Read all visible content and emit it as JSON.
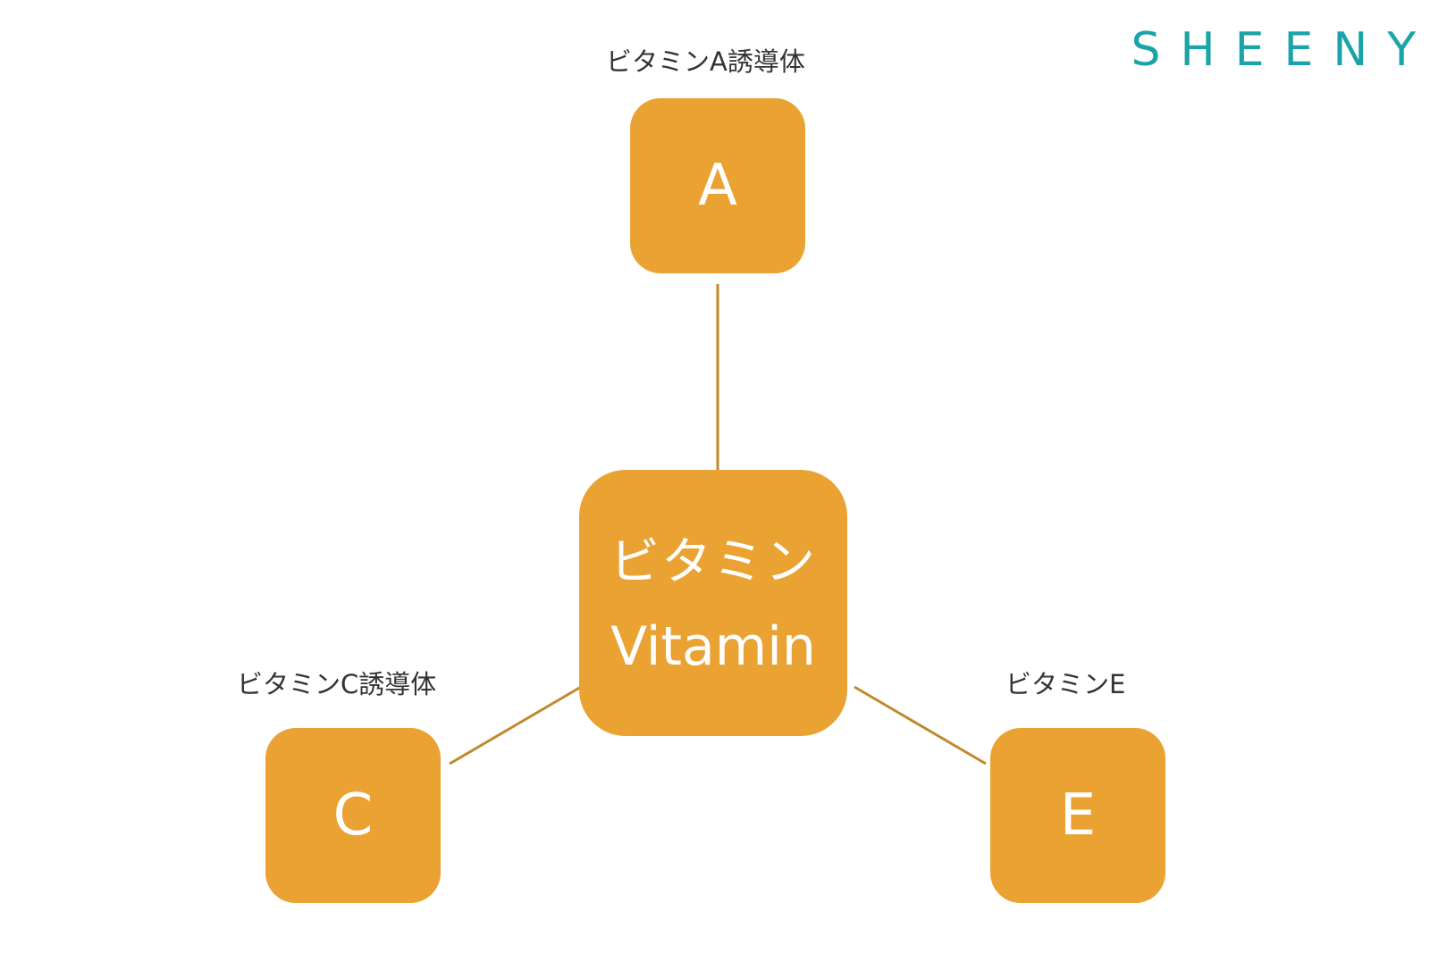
{
  "logo": {
    "text": "SHEENY",
    "color": "#1aa3a8"
  },
  "colors": {
    "node_fill": "#eaa233",
    "node_text": "#ffffff",
    "connector": "#c08a2a",
    "caption_text": "#333333"
  },
  "center": {
    "line1": "ビタミン",
    "line2": "Vitamin"
  },
  "nodes": [
    {
      "id": "a",
      "letter": "A",
      "caption": "ビタミンA誘導体"
    },
    {
      "id": "c",
      "letter": "C",
      "caption": "ビタミンC誘導体"
    },
    {
      "id": "e",
      "letter": "E",
      "caption": "ビタミンE"
    }
  ]
}
